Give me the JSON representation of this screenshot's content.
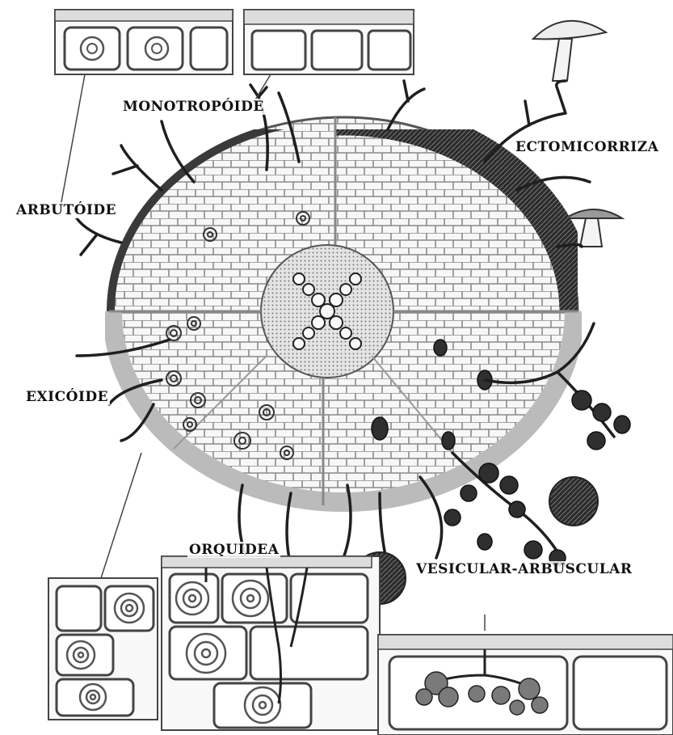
{
  "labels": {
    "monotropoide": "MONOTROPÓIDE",
    "ectomicorriza": "ECTOMICORRIZA",
    "arbutoide": "ARBUTÓIDE",
    "exicoide": "EXICÓIDE",
    "orquidea": "ORQUIDEA",
    "vesicular_arbuscular": "VESICULAR-ARBUSCULAR"
  },
  "colors": {
    "ink": "#1a1a1a",
    "cell_fill": "#f4f4f4",
    "mantle": "#2a2a2a",
    "stele": "#d6d6d6",
    "vesicle": "#303030"
  }
}
